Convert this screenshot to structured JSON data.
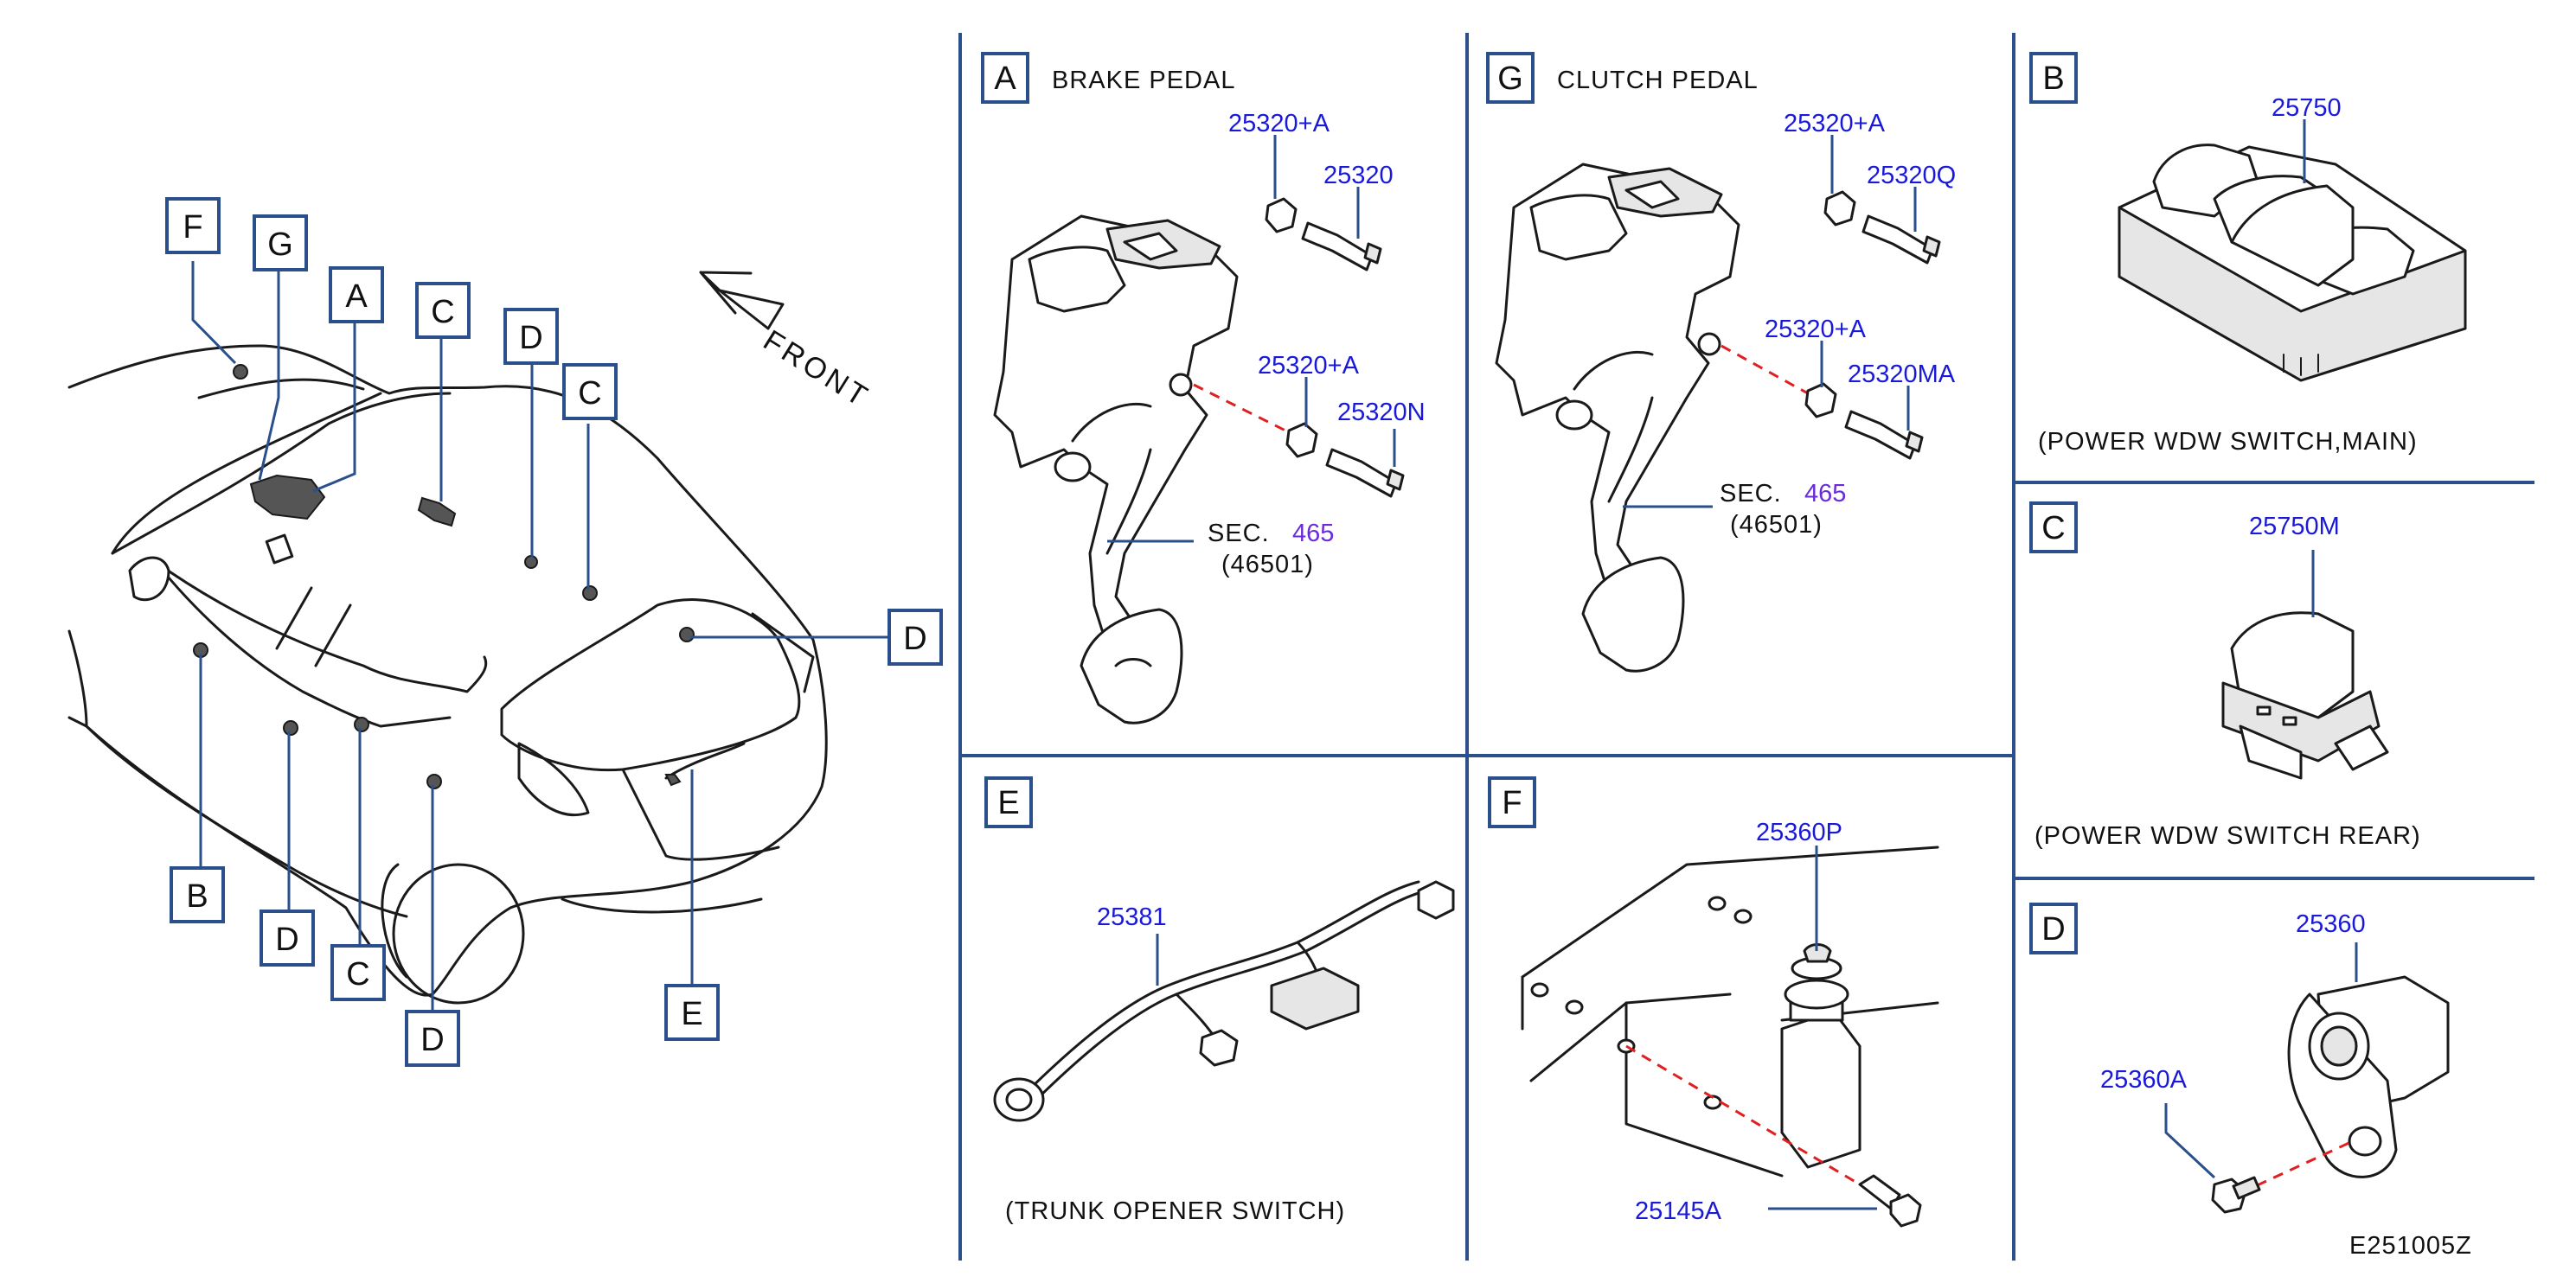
{
  "overview": {
    "labels": [
      "F",
      "G",
      "A",
      "C",
      "D",
      "C",
      "D",
      "B",
      "D",
      "C",
      "D",
      "E"
    ],
    "front_label": "FRONT"
  },
  "panels": {
    "A": {
      "letter": "A",
      "title": "BRAKE   PEDAL",
      "parts": [
        "25320+A",
        "25320",
        "25320+A",
        "25320N"
      ],
      "sec_label": "SEC.",
      "sec_number": "465",
      "sec_ref": "(46501)"
    },
    "G": {
      "letter": "G",
      "title": "CLUTCH   PEDAL",
      "parts": [
        "25320+A",
        "25320Q",
        "25320+A",
        "25320MA"
      ],
      "sec_label": "SEC.",
      "sec_number": "465",
      "sec_ref": "(46501)"
    },
    "B": {
      "letter": "B",
      "part": "25750",
      "caption": "(POWER   WDW   SWITCH,MAIN)"
    },
    "C": {
      "letter": "C",
      "part": "25750M",
      "caption": "(POWER   WDW   SWITCH   REAR)"
    },
    "E": {
      "letter": "E",
      "part": "25381",
      "caption": "(TRUNK   OPENER   SWITCH)"
    },
    "F": {
      "letter": "F",
      "parts": [
        "25360P",
        "25145A"
      ]
    },
    "D": {
      "letter": "D",
      "parts": [
        "25360",
        "25360A"
      ]
    }
  },
  "diagram_code": "E251005Z",
  "colors": {
    "frame": "#2a4f8a",
    "part_number": "#1a1ad6",
    "section_number": "#6a2bd8",
    "assembly_guide": "#e02020"
  }
}
